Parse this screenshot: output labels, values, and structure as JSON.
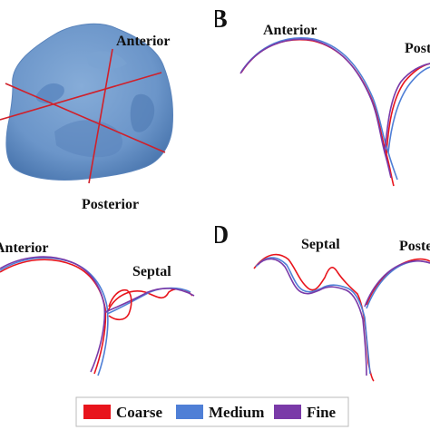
{
  "panels": {
    "A": {
      "labels": {
        "anterior": "Anterior",
        "posterior": "Posterior"
      }
    },
    "B": {
      "letter": "B",
      "labels": {
        "anterior": "Anterior",
        "posterior": "Posterior"
      }
    },
    "C": {
      "labels": {
        "anterior": "Anterior",
        "septal": "Septal"
      }
    },
    "D": {
      "letter": "D",
      "labels": {
        "septal": "Septal",
        "posterior": "Posterior"
      }
    }
  },
  "legend": {
    "items": [
      {
        "label": "Coarse",
        "color": "#e8141c"
      },
      {
        "label": "Medium",
        "color": "#4f7fd6"
      },
      {
        "label": "Fine",
        "color": "#7a3aa8"
      }
    ]
  },
  "colors": {
    "valve": "#6b95c9",
    "valve_shadow": "#4a74ab",
    "cut_lines": "#d0202a"
  }
}
